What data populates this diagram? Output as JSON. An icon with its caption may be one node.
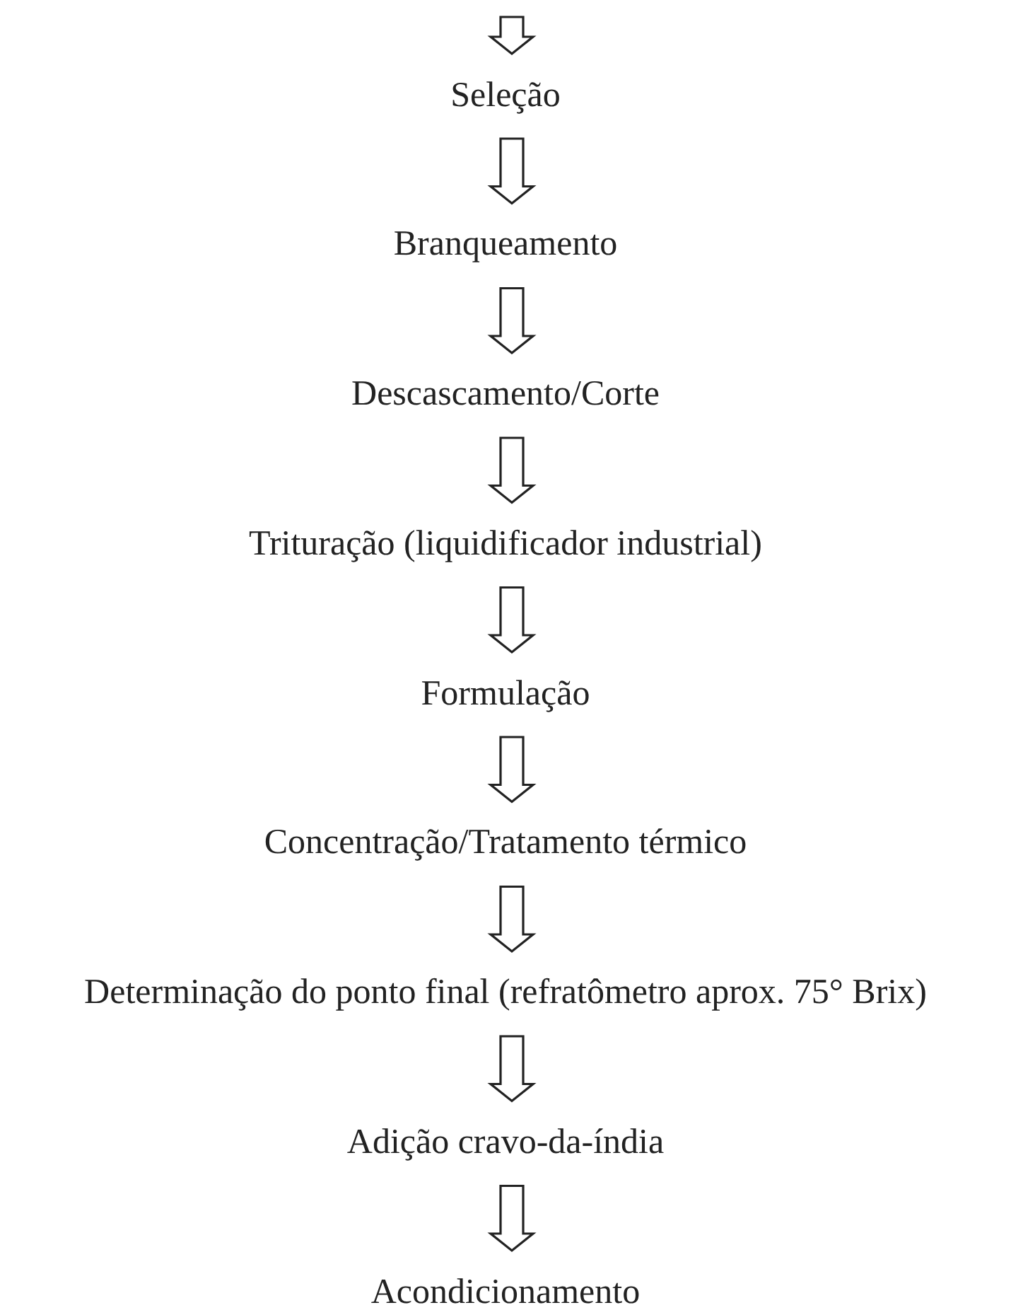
{
  "diagram": {
    "nodes": [
      {
        "text": [
          "Seleção"
        ]
      },
      {
        "text": [
          "Branqueamento"
        ]
      },
      {
        "text": [
          "Descascamento/Corte"
        ]
      },
      {
        "text": [
          "Trituração (liquidificador industrial)"
        ]
      },
      {
        "text": [
          "Formulação"
        ]
      },
      {
        "text": [
          "Concentração/Tratamento térmico"
        ]
      },
      {
        "text": [
          "Determinação do ponto final (refratômetro aprox. 75° Brix)"
        ]
      },
      {
        "text": [
          "Adição cravo-da-índia"
        ]
      },
      {
        "text": [
          "Acondicionamento"
        ]
      }
    ],
    "edges": [
      {
        "from": null,
        "to": 0,
        "arrow": "to"
      },
      {
        "from": 0,
        "to": 1,
        "arrow": "to"
      },
      {
        "from": 1,
        "to": 2,
        "arrow": "to"
      },
      {
        "from": 2,
        "to": 3,
        "arrow": "to"
      },
      {
        "from": 3,
        "to": 4,
        "arrow": "to"
      },
      {
        "from": 4,
        "to": 5,
        "arrow": "to"
      },
      {
        "from": 5,
        "to": 6,
        "arrow": "to"
      },
      {
        "from": 6,
        "to": 7,
        "arrow": "to"
      },
      {
        "from": 7,
        "to": 8,
        "arrow": "to"
      }
    ]
  }
}
